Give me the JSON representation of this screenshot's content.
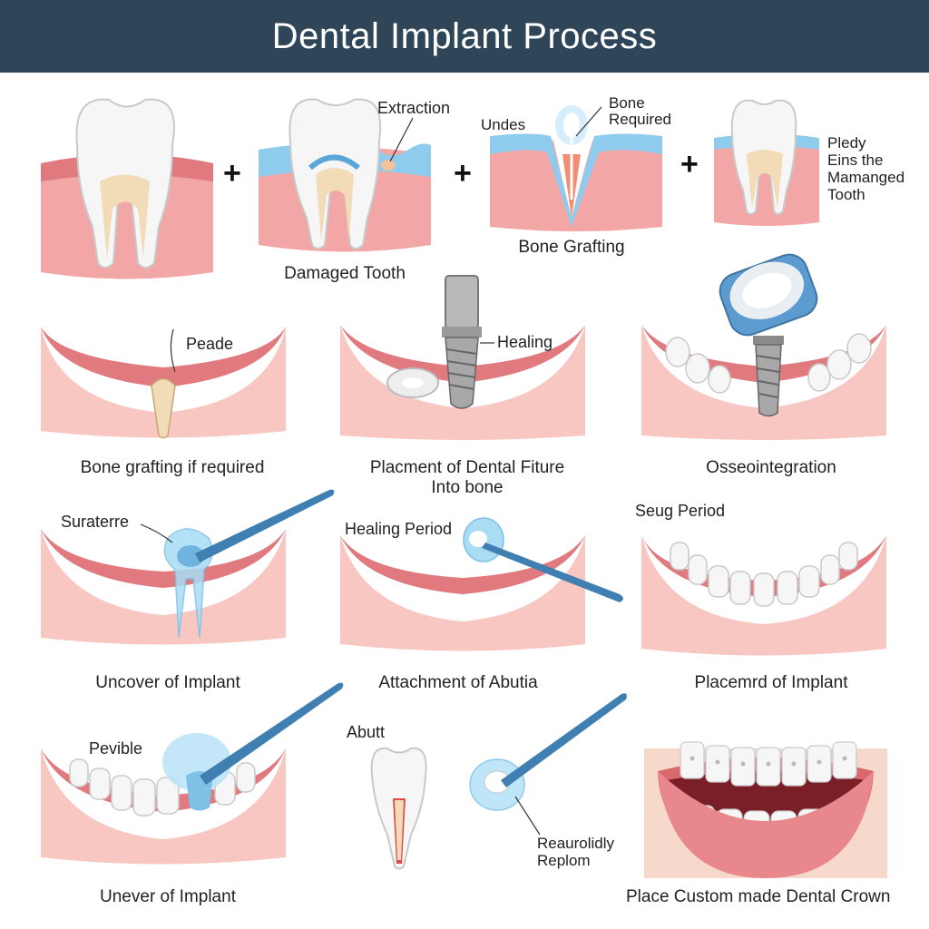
{
  "title": "Dental Implant Process",
  "row1": {
    "labels": {
      "extraction": "Extraction",
      "undes": "Undes",
      "bone_required_1": "Bone",
      "bone_required_2": "Required",
      "pledy_1": "Pledy",
      "pledy_2": "Eins the",
      "pledy_3": "Mamanged",
      "pledy_4": "Tooth"
    },
    "captions": {
      "damaged_tooth": "Damaged Tooth",
      "bone_grafting": "Bone Grafting"
    },
    "plus": "+"
  },
  "row2": {
    "labels": {
      "peade": "Peade",
      "healing": "Healing"
    },
    "captions": {
      "c1": "Bone grafting if required",
      "c2a": "Placment of Dental Fiture",
      "c2b": "Into bone",
      "c3": "Osseointegration"
    }
  },
  "row3": {
    "labels": {
      "suraterre": "Suraterre",
      "healing_period": "Healing Period",
      "seug_period": "Seug Period"
    },
    "captions": {
      "c1": "Uncover of Implant",
      "c2": "Attachment of Abutia",
      "c3": "Placemrd of Implant"
    }
  },
  "row4": {
    "labels": {
      "pevible": "Pevible",
      "abutt": "Abutt",
      "reaurolidly_1": "Reaurolidly",
      "reaurolidly_2": "Replom"
    },
    "captions": {
      "c1": "Unever of Implant",
      "c3": "Place Custom made Dental Crown"
    }
  },
  "colors": {
    "header_bg": "#2f4558",
    "gum": "#f3a6a6",
    "gum_dark": "#e07a7e",
    "tooth": "#f6f6f6",
    "root_core": "#f2dcb8",
    "implant_blue": "#7fc0e6",
    "instrument": "#3f7fb2"
  }
}
